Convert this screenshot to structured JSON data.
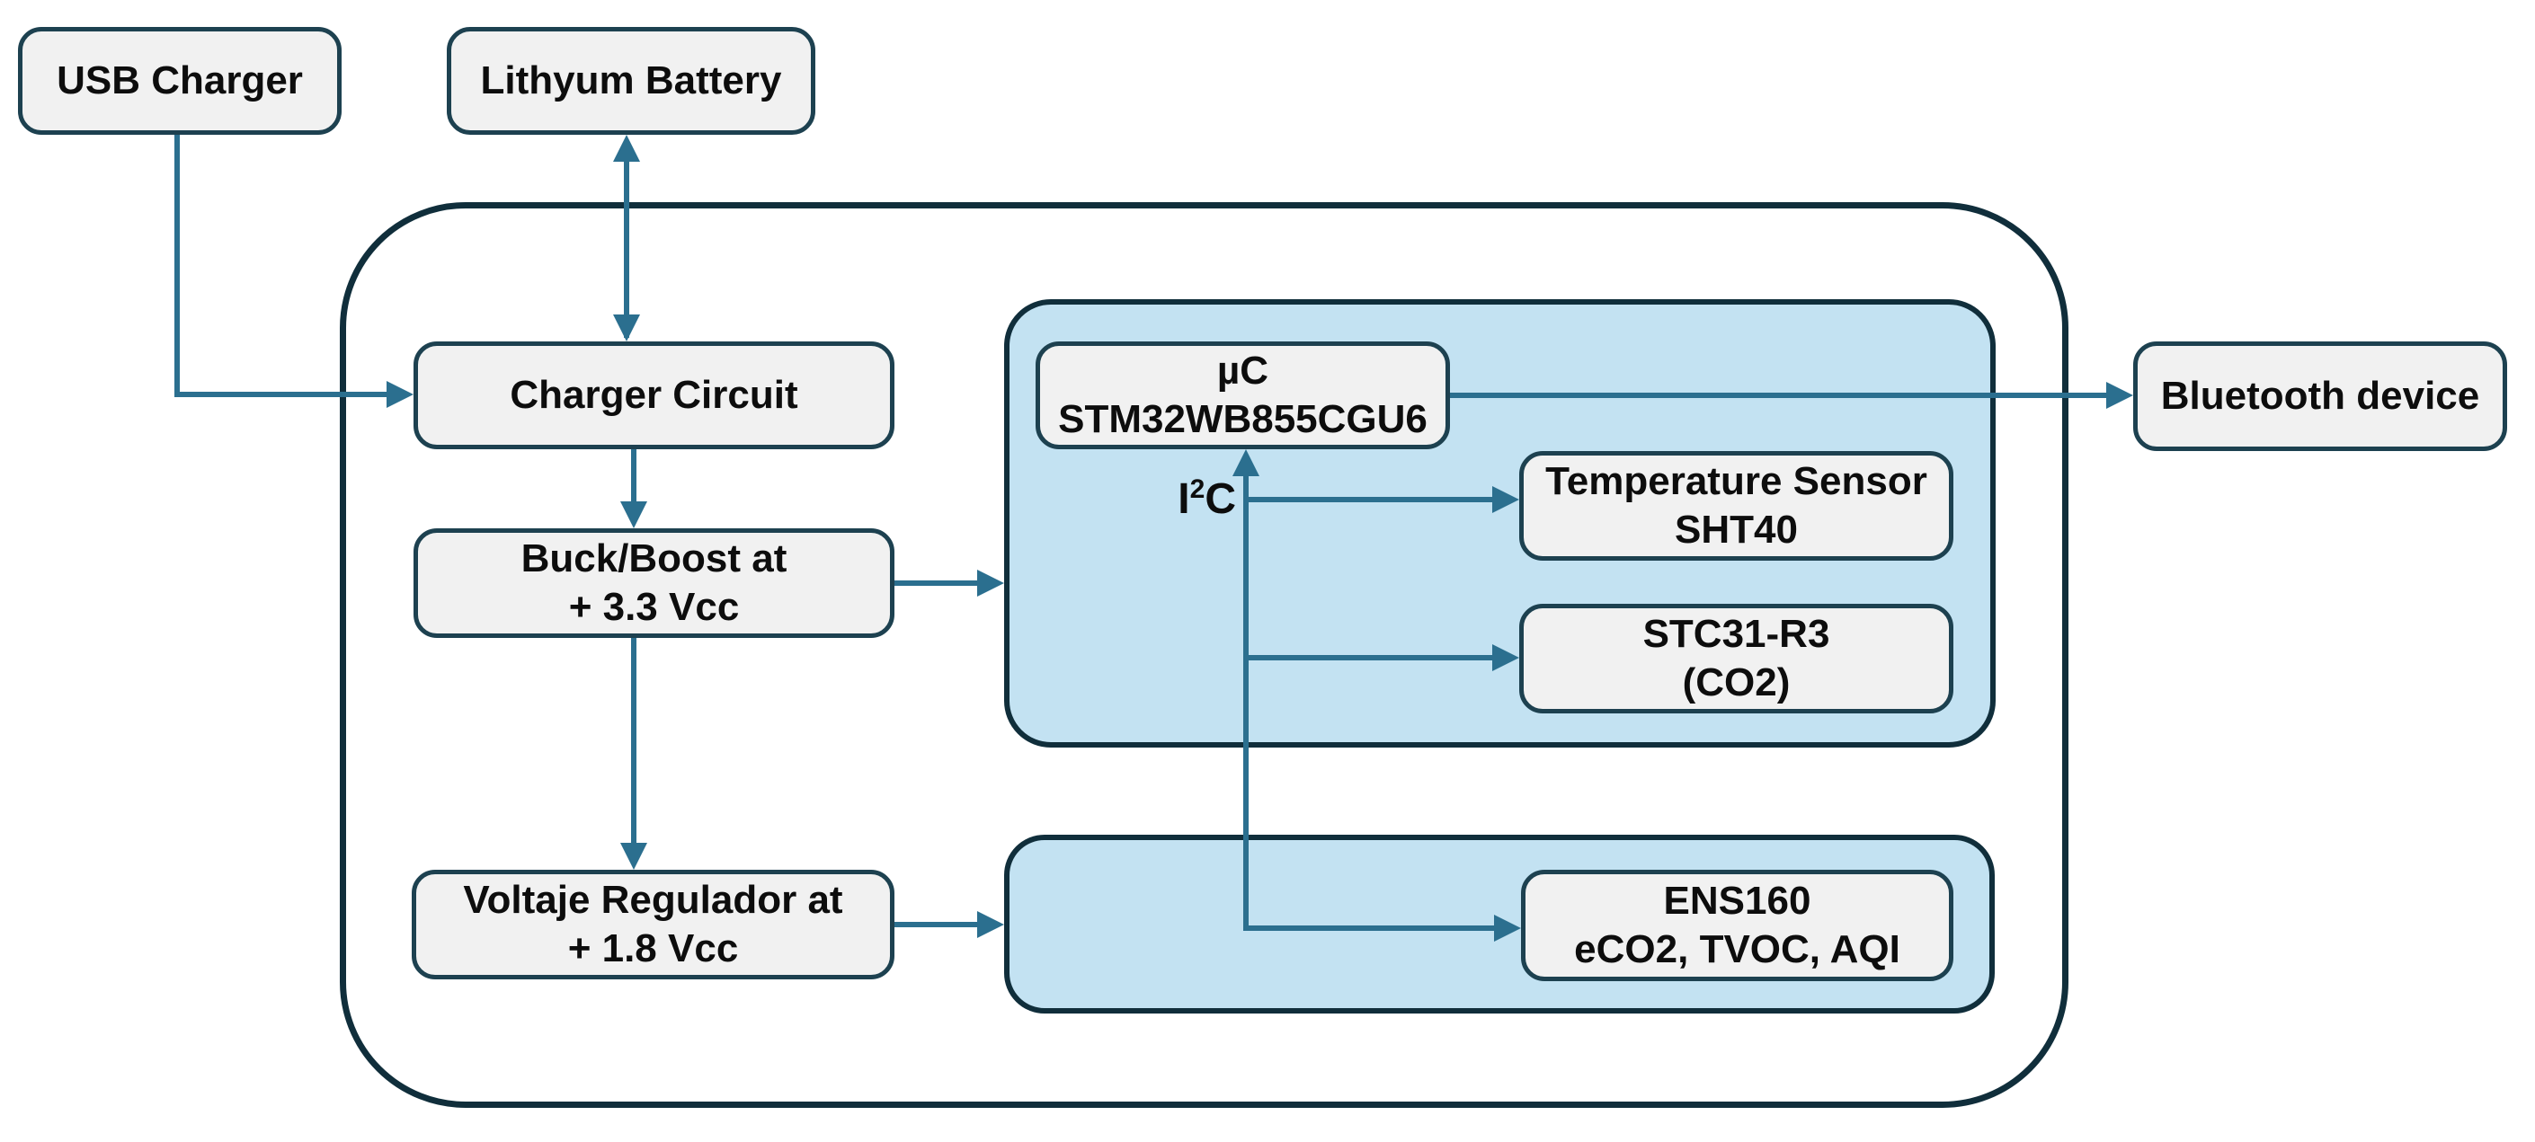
{
  "diagram": {
    "colors": {
      "arrow": "#2b6f8f",
      "box_fill": "#f1f1f1",
      "box_border": "#1d4150",
      "container_border": "#102e3b",
      "blue_fill": "#c3e2f2",
      "text": "#0d0d0d",
      "bg": "#ffffff"
    },
    "nodes": {
      "usb_charger": {
        "line1": "USB Charger"
      },
      "lithium_battery": {
        "line1": "Lithyum Battery"
      },
      "charger_circuit": {
        "line1": "Charger Circuit"
      },
      "buck_boost": {
        "line1": "Buck/Boost at",
        "line2": "+ 3.3 Vcc"
      },
      "voltage_regulator": {
        "line1": "Voltaje Regulador at",
        "line2": "+ 1.8 Vcc"
      },
      "mcu": {
        "line1": "µC",
        "line2": "STM32WB855CGU6"
      },
      "temperature_sensor": {
        "line1": "Temperature Sensor",
        "line2": "SHT40"
      },
      "stc31": {
        "line1": "STC31-R3",
        "line2": "(CO2)"
      },
      "ens160": {
        "line1": "ENS160",
        "line2": "eCO2, TVOC, AQI"
      },
      "bluetooth_device": {
        "line1": "Bluetooth device"
      }
    },
    "i2c": {
      "base": "I",
      "sup": "2",
      "tail": "C"
    }
  }
}
